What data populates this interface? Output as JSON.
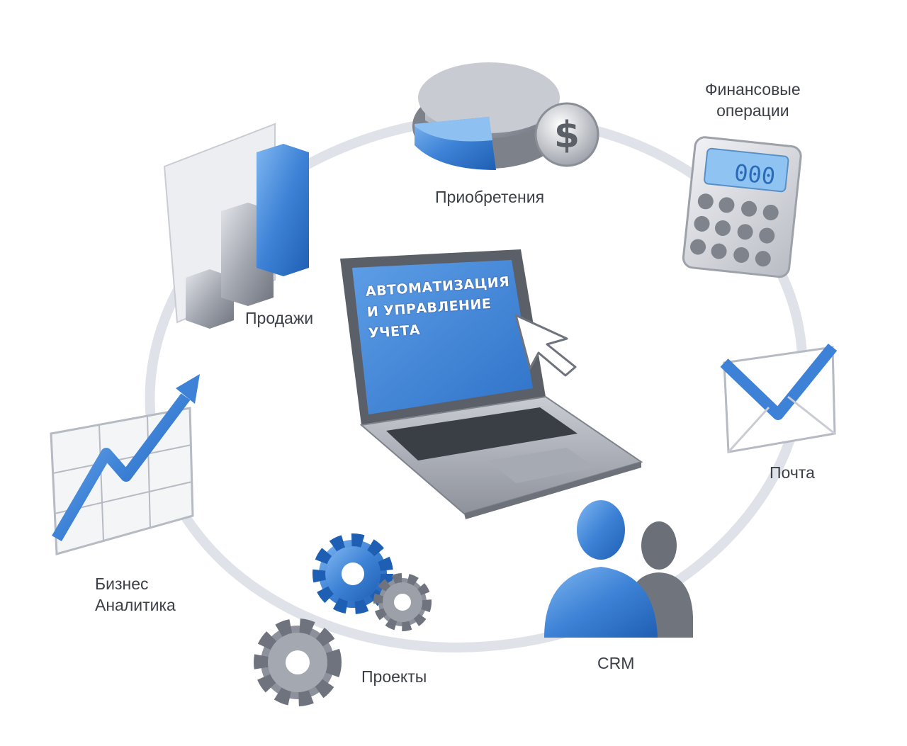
{
  "center": {
    "lines": [
      "АВТОМАТИЗАЦИЯ",
      "И УПРАВЛЕНИЕ",
      "УЧЕТА"
    ]
  },
  "nodes": {
    "purchases": {
      "label": "Приобретения",
      "icon": "pie-chart-dollar-icon"
    },
    "finance": {
      "lines": [
        "Финансовые",
        "операции"
      ],
      "icon": "calculator-icon"
    },
    "calculator_display": "000",
    "mail": {
      "label": "Почта",
      "icon": "envelope-icon"
    },
    "crm": {
      "label": "CRM",
      "icon": "users-icon"
    },
    "projects": {
      "label": "Проекты",
      "icon": "gears-icon"
    },
    "analytics": {
      "lines": [
        "Бизнес",
        "Аналитика"
      ],
      "icon": "line-chart-arrow-icon"
    },
    "sales": {
      "label": "Продажи",
      "icon": "bar-chart-icon"
    }
  },
  "colors": {
    "accent_blue": "#3d82d6",
    "gray": "#8c919b",
    "ring": "#dfe2e8",
    "text": "#3b3f47"
  }
}
